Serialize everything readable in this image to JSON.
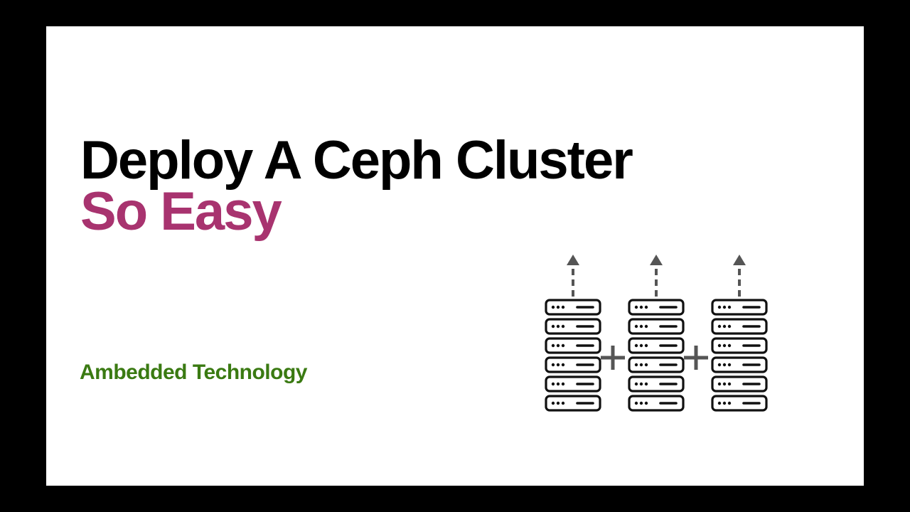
{
  "slide": {
    "title_line1": "Deploy A Ceph Cluster",
    "title_line2": "So Easy",
    "company": "Ambedded Technology"
  },
  "colors": {
    "frame": "#000000",
    "background": "#ffffff",
    "title": "#000000",
    "accent": "#a8336f",
    "company": "#3a7a12",
    "icon_stroke": "#111111",
    "arrow": "#555555",
    "plus": "#555555"
  },
  "diagram": {
    "server_racks": 3,
    "units_per_rack": 6,
    "icons": [
      "server-rack-icon",
      "plus-icon",
      "server-rack-icon",
      "plus-icon",
      "server-rack-icon",
      "dashed-up-arrow-icon"
    ]
  }
}
